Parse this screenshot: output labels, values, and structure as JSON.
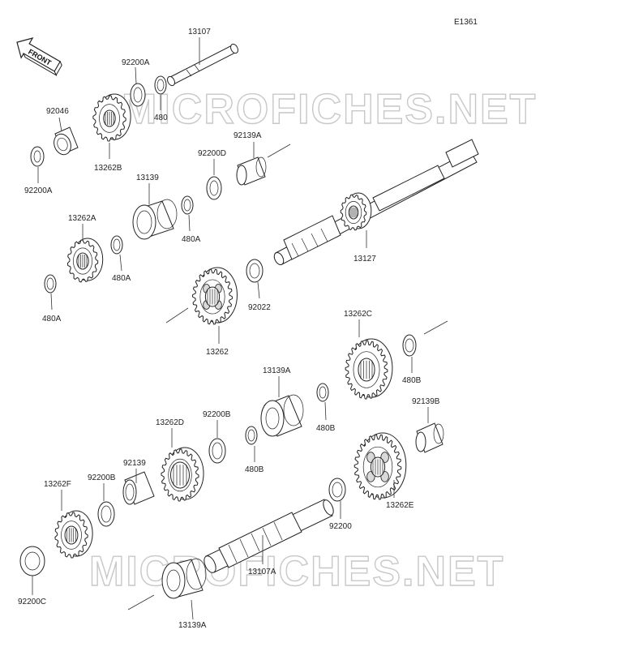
{
  "diagram_code": "E1361",
  "front_label": "FRONT",
  "watermark": "MICROFICHES.NET",
  "labels": {
    "p13107": "13107",
    "p92200A_top": "92200A",
    "p480_top": "480",
    "p92046": "92046",
    "p92200A_left": "92200A",
    "p13262B": "13262B",
    "p92139A": "92139A",
    "p92200D": "92200D",
    "p13139": "13139",
    "p480A_1": "480A",
    "p13262A": "13262A",
    "p480A_2": "480A",
    "p480A_3": "480A",
    "p13127": "13127",
    "p92022": "92022",
    "p13262": "13262",
    "p13262C": "13262C",
    "p480B_1": "480B",
    "p13139A_mid": "13139A",
    "p480B_2": "480B",
    "p92139B": "92139B",
    "p13262D": "13262D",
    "p92200B_1": "92200B",
    "p480B_3": "480B",
    "p92139": "92139",
    "p92200B_2": "92200B",
    "p13262F": "13262F",
    "p92200": "92200",
    "p13262E": "13262E",
    "p13107A": "13107A",
    "p92200C": "92200C",
    "p13139A_bot": "13139A"
  }
}
